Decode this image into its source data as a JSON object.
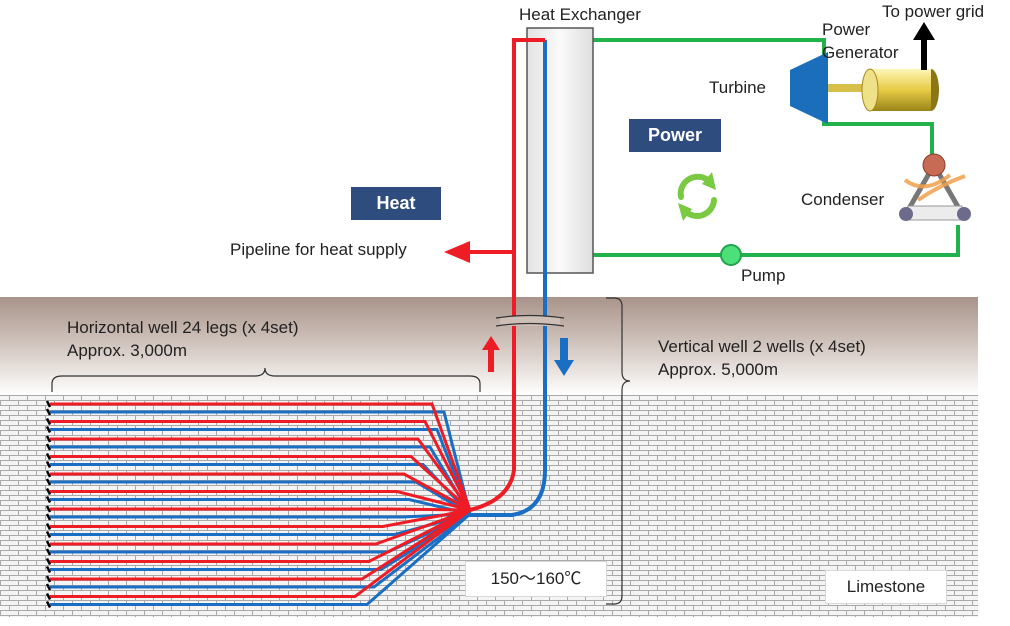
{
  "labels": {
    "heat_exchanger": "Heat Exchanger",
    "to_power_grid": "To power grid",
    "power_generator_line1": "Power",
    "power_generator_line2": "Generator",
    "turbine": "Turbine",
    "power_tag": "Power",
    "heat_tag": "Heat",
    "condenser": "Condenser",
    "pipeline": "Pipeline for heat supply",
    "pump": "Pump",
    "horizontal_line1": "Horizontal well 24 legs (x 4set)",
    "horizontal_line2": "Approx. 3,000m",
    "vertical_line1": "Vertical well 2 wells (x 4set)",
    "vertical_line2": "Approx. 5,000m",
    "temperature": "150～160℃",
    "limestone": "Limestone"
  },
  "colors": {
    "hot_pipe": "#ee1c25",
    "cold_pipe": "#1a6fc4",
    "loop": "#22b24c",
    "tag_bg": "#2e4c7e",
    "turbine": "#1b6fba",
    "generator": "#e0c84a",
    "pump": "#4de07a"
  }
}
